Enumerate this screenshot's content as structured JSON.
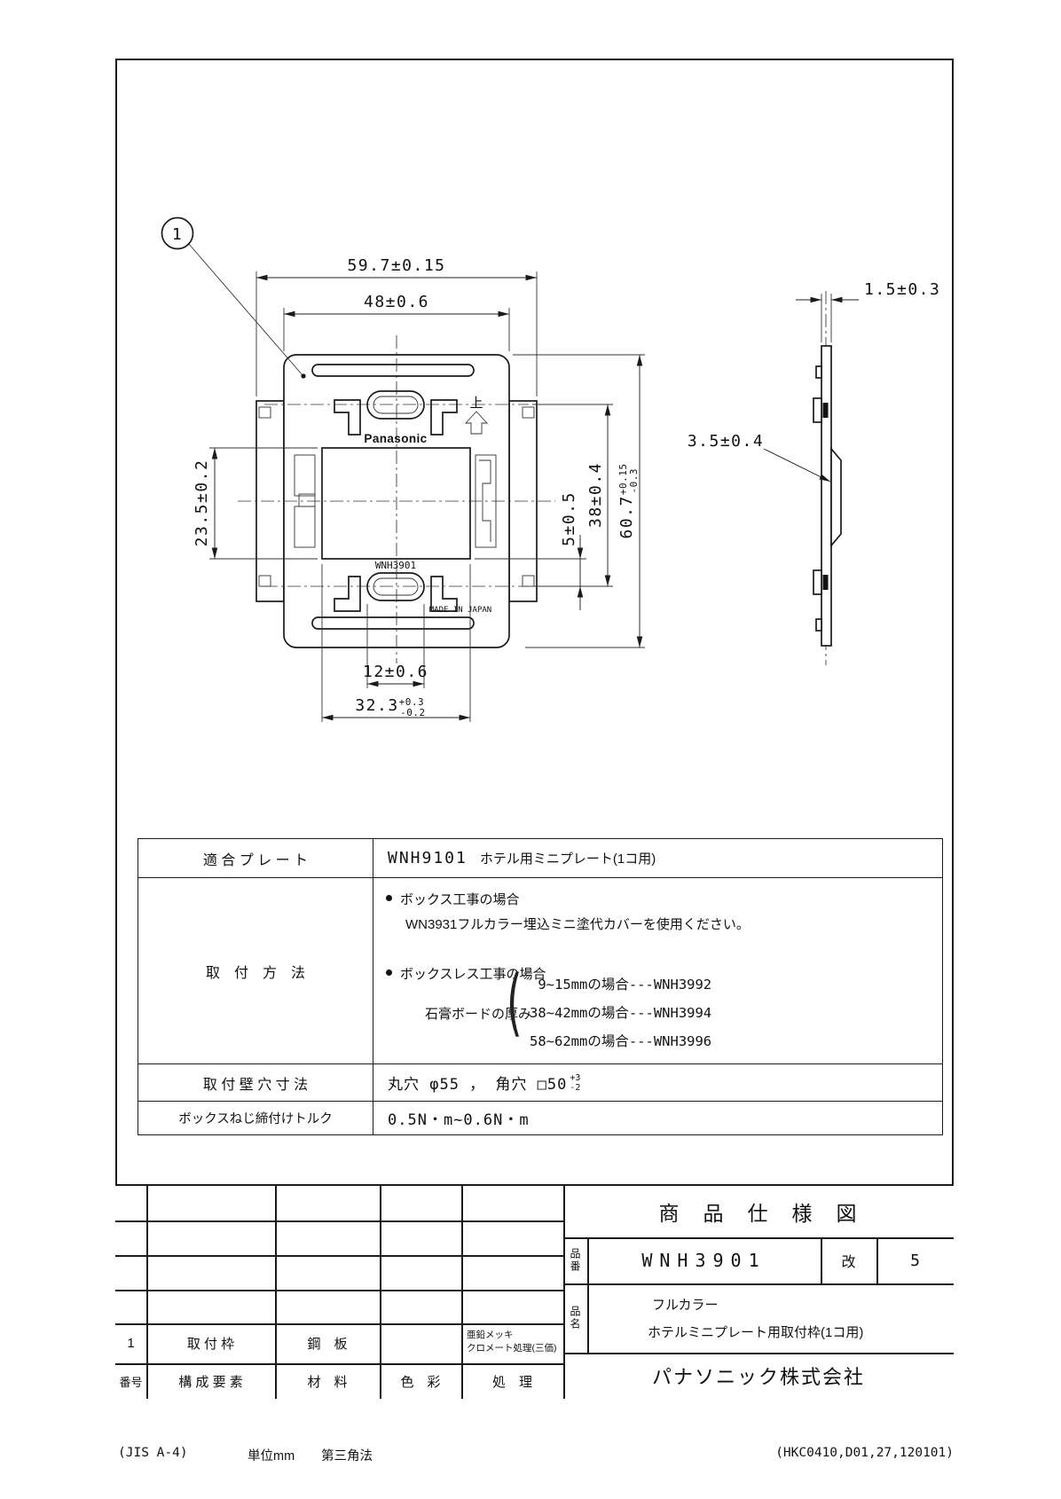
{
  "drawing": {
    "balloon": "1",
    "front_view": {
      "brand": "Panasonic",
      "model": "WNH3901",
      "made_in": "MADE IN JAPAN",
      "up_label": "上"
    },
    "dims": {
      "width_outer": "59.7±0.15",
      "width_body": "48±0.6",
      "opening_height": "23.5±0.2",
      "tab_pitch_height": "38±0.4",
      "height_main": "60.7",
      "height_tol_up": "+0.15",
      "height_tol_dn": "-0.3",
      "offset": "5±0.5",
      "slot_width": "12±0.6",
      "opening_width": "32.3",
      "opening_width_tol_up": "+0.3",
      "opening_width_tol_dn": "-0.2",
      "thickness": "1.5±0.3",
      "claw_depth": "3.5±0.4"
    }
  },
  "spec_table": {
    "row1": {
      "label": "適 合 プ レ ー ト",
      "value_model": "WNH9101",
      "value_desc": "ホテル用ミニプレート(1コ用)"
    },
    "row2": {
      "label": "取　付　方　法",
      "case1_title": "ボックス工事の場合",
      "case1_body": "WN3931フルカラー埋込ミニ塗代カバーを使用ください。",
      "case2_title": "ボックスレス工事の場合",
      "board_label": "石膏ボードの厚み",
      "brace": "(",
      "options": [
        " 9~15mmの場合---WNH3992",
        "38~42mmの場合---WNH3994",
        "58~62mmの場合---WNH3996"
      ]
    },
    "row3": {
      "label": "取 付 壁 穴 寸 法",
      "value_main": "丸穴 φ55 ， 角穴 □50",
      "tol_up": "+3",
      "tol_dn": "-2"
    },
    "row4": {
      "label": "ボックスねじ締付けトルク",
      "value": "0.5N・m~0.6N・m"
    }
  },
  "title_block": {
    "sheet_title": "商　品　仕　様　図",
    "part_no_label": "品番",
    "part_no": "WNH3901",
    "rev_label": "改",
    "rev_value": "5",
    "name_label": "品名",
    "name_line1": "フルカラー",
    "name_line2": "ホテルミニプレート用取付枠(1コ用)",
    "component_row": {
      "no": "1",
      "name": "取 付 枠",
      "material": "鋼　板",
      "finish_line1": "亜鉛メッキ",
      "finish_line2": "クロメート処理(三価)"
    },
    "header_row": {
      "no": "番号",
      "component": "構 成 要 素",
      "material": "材　料",
      "color": "色　彩",
      "finish": "処　理"
    },
    "company": "パナソニック株式会社"
  },
  "footer": {
    "paper": "(JIS A-4)",
    "unit": "単位mm",
    "projection": "第三角法",
    "doc_no": "(HKC0410,D01,27,120101)"
  }
}
